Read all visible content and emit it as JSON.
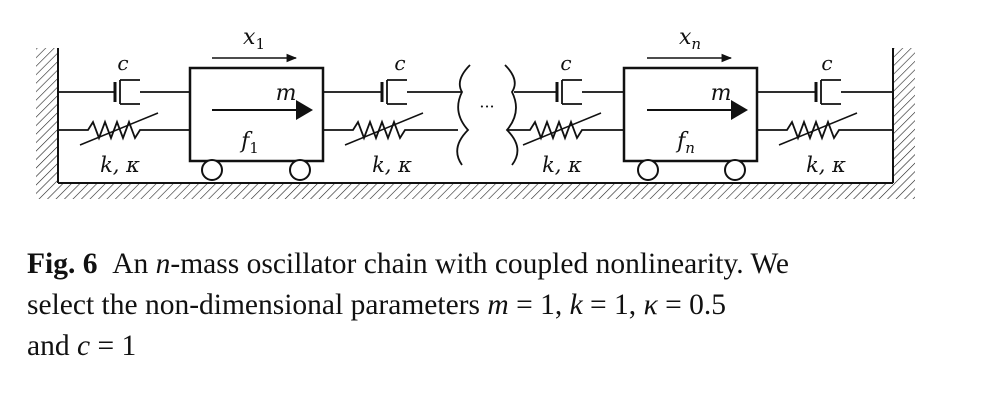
{
  "diagram": {
    "walls_hatched": true,
    "ground_hatched": true,
    "damper_label": "c",
    "spring_label": "k, κ",
    "ellipsis": "···",
    "masses": [
      {
        "position_label": "x",
        "position_sub": "1",
        "mass_label": "m",
        "force_label": "f",
        "force_sub": "1"
      },
      {
        "position_label": "x",
        "position_sub": "n",
        "mass_label": "m",
        "force_label": "f",
        "force_sub": "n"
      }
    ]
  },
  "caption": {
    "fig_label": "Fig. 6",
    "t1": "An ",
    "n_var": "n",
    "t2": "-mass oscillator chain with coupled nonlinearity. We",
    "t3": "select the non-dimensional parameters ",
    "m_var": "m",
    "t4": " = 1, ",
    "k_var": "k",
    "t5": " = 1, ",
    "kappa_var": "κ",
    "t6": " = 0.5",
    "t7": "and ",
    "c_var": "c",
    "t8": " = 1"
  }
}
